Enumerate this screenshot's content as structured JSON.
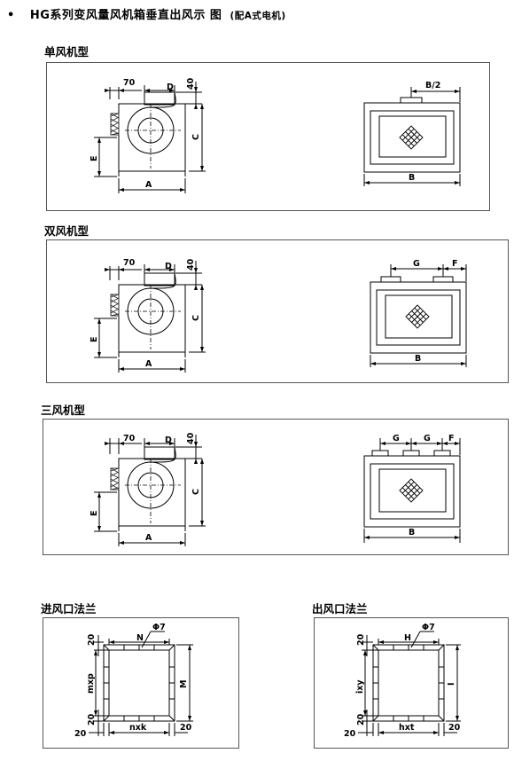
{
  "header": {
    "bullet": "•",
    "title": "HG系列变风量风机箱垂直出风示 图",
    "subtitle": "(配A式电机)"
  },
  "sections": [
    {
      "label": "单风机型",
      "dims": {
        "d70": "70",
        "D": "D",
        "d40": "40",
        "C": "C",
        "E": "E",
        "A": "A",
        "B": "B",
        "Bhalf": "B/2"
      }
    },
    {
      "label": "双风机型",
      "dims": {
        "d70": "70",
        "D": "D",
        "d40": "40",
        "C": "C",
        "E": "E",
        "A": "A",
        "B": "B",
        "G": "G",
        "F": "F"
      }
    },
    {
      "label": "三风机型",
      "dims": {
        "d70": "70",
        "D": "D",
        "d40": "40",
        "C": "C",
        "E": "E",
        "A": "A",
        "B": "B",
        "G1": "G",
        "G2": "G",
        "F": "F"
      }
    }
  ],
  "inlet_flange": {
    "label": "进风口法兰",
    "top_margin": "20",
    "N": "N",
    "phi": "Φ7",
    "side": "mxp",
    "M": "M",
    "bottom_left": "20",
    "bottom_left2": "20",
    "nxk": "nxk",
    "bottom_right": "20"
  },
  "outlet_flange": {
    "label": "出风口法兰",
    "top_margin": "20",
    "H": "H",
    "phi": "Φ7",
    "side": "ixy",
    "I": "I",
    "bottom_left": "20",
    "bottom_left2": "20",
    "hxt": "hxt",
    "bottom_right": "20"
  },
  "colors": {
    "line": "#000000",
    "panel_border": "#555555",
    "hatch": "#333333"
  }
}
